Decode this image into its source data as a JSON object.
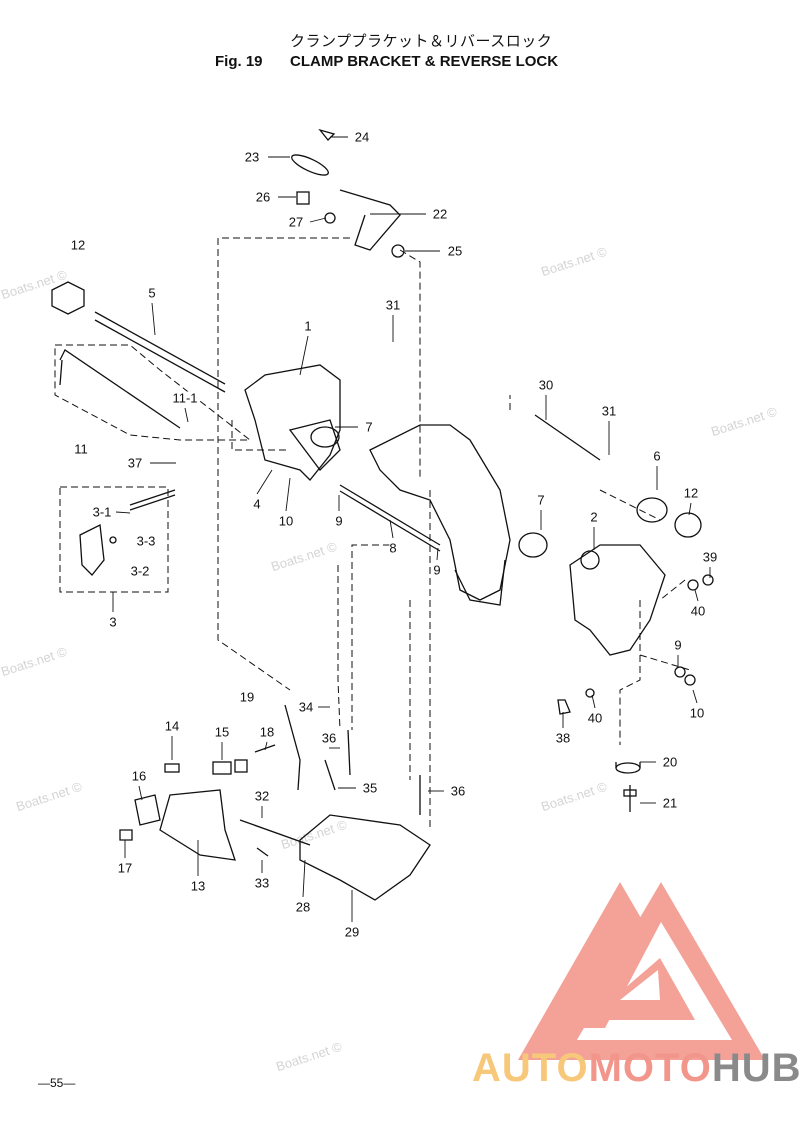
{
  "header": {
    "title_jp": "クランププラケット＆リバースロック",
    "figure_number": "Fig. 19",
    "title_en": "CLAMP BRACKET & REVERSE LOCK"
  },
  "part_labels": [
    "24",
    "23",
    "26",
    "22",
    "27",
    "25",
    "12",
    "5",
    "31",
    "1",
    "30",
    "31",
    "11-1",
    "7",
    "11",
    "37",
    "6",
    "12",
    "4",
    "10",
    "9",
    "7",
    "2",
    "3-1",
    "3-3",
    "8",
    "9",
    "39",
    "3-2",
    "40",
    "3",
    "9",
    "10",
    "40",
    "38",
    "19",
    "34",
    "14",
    "15",
    "18",
    "36",
    "20",
    "16",
    "35",
    "36",
    "32",
    "21",
    "17",
    "33",
    "13",
    "28",
    "29"
  ],
  "watermark": "Boats.net ©",
  "page_number": "—55—",
  "logo": {
    "part1": "AUTO",
    "part2": "MOTO",
    "part3": "HUB",
    "colors": {
      "auto": "#f7c87a",
      "moto": "#f2968c",
      "hub": "#8a8a8a"
    }
  }
}
